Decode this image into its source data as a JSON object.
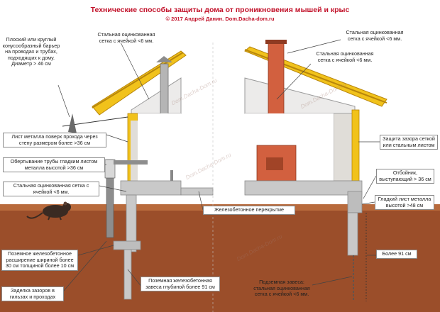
{
  "header": {
    "title": "Технические способы защиты дома от проникновения мышей и крыс",
    "copyright": "© 2017 Андрей Данин. Dom.Dacha-dom.ru"
  },
  "watermark": "Dom.Dacha-Dom.ru",
  "labels": {
    "cone_barrier": "Плоский или круглый конусообразный барьер на проводах и трубах, подходящих к дому. Диаметр > 46 см",
    "mesh_left_top": "Стальная оцинкованная сетка с ячейкой <6 мм.",
    "metal_sheet_passage": "Лист металла поверх прохода через стену размером более >36 см",
    "pipe_wrap": "Обертывание трубы гладким листом металла высотой >36 см",
    "mesh_left_mid": "Стальная оцинкованная сетка с ячейкой <6 мм.",
    "floor_slab": "Железобетонное перекрытие",
    "ground_widening": "Поземное железобетонное расширение шириной более 30 см толщиной более 10 см",
    "sleeve_gaps": "Заделка зазоров в гильзах и проходах",
    "underground_curtain_concrete": "Поземная железобетонная завеса глубиной более 91 см",
    "mesh_right_top": "Стальная оцинкованная сетка с ячейкой <6 мм.",
    "mesh_right_inner": "Стальная оцинкованная сетка с ячейкой <6 мм.",
    "gap_protection": "Защита зазора сеткой или стальным листом",
    "offset": "Отбойник, выступающий > 36 см",
    "smooth_sheet": "Гладкий лист металла высотой >48 см",
    "depth_91": "Более 91 см",
    "underground_curtain_mesh": "Подземная завеса: стальная оцинкованная сетка с ячейкой <6 мм."
  },
  "colors": {
    "title": "#c2122a",
    "ground": "#9b4e2a",
    "ground_light": "#b86a3c",
    "roof": "#f1c21b",
    "wall": "#ecebea",
    "concrete": "#c9c9c9",
    "brick": "#d2603f",
    "leader": "#444444"
  },
  "icons": [
    "rat-icon",
    "chimney-icon",
    "stove-icon"
  ]
}
